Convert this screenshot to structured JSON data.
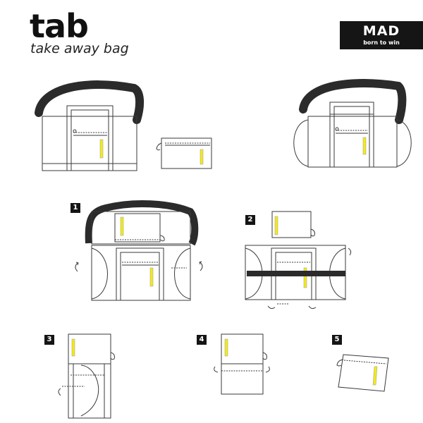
{
  "header": {
    "title": "tab",
    "subtitle": "take away bag"
  },
  "brand": {
    "name": "MAD",
    "tagline": "born to win"
  },
  "steps": [
    "1",
    "2",
    "3",
    "4",
    "5"
  ],
  "colors": {
    "outline": "#3a3a3a",
    "strap": "#2b2b2b",
    "accent_yellow": "#f2ea1c",
    "badge": "#151515"
  }
}
